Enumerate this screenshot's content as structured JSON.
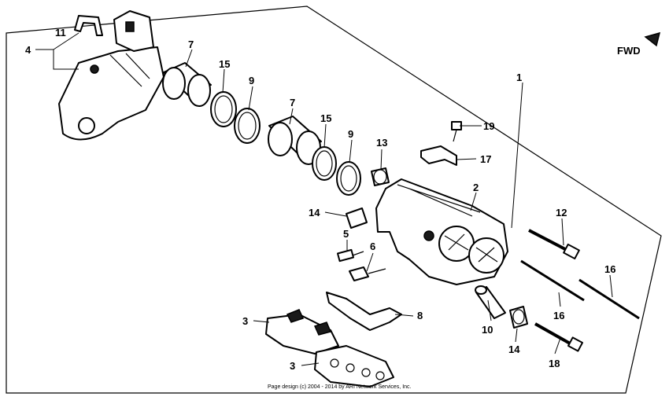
{
  "direction_label": "FWD",
  "copyright": "Page design (c) 2004 - 2014 by ARI Network Services, Inc.",
  "callouts": {
    "c1": "1",
    "c2": "2",
    "c3a": "3",
    "c3b": "3",
    "c4": "4",
    "c5": "5",
    "c6": "6",
    "c7a": "7",
    "c7b": "7",
    "c8": "8",
    "c9a": "9",
    "c9b": "9",
    "c10": "10",
    "c11": "11",
    "c12": "12",
    "c13": "13",
    "c14a": "14",
    "c14b": "14",
    "c15a": "15",
    "c15b": "15",
    "c16a": "16",
    "c16b": "16",
    "c17": "17",
    "c18": "18",
    "c19": "19"
  }
}
